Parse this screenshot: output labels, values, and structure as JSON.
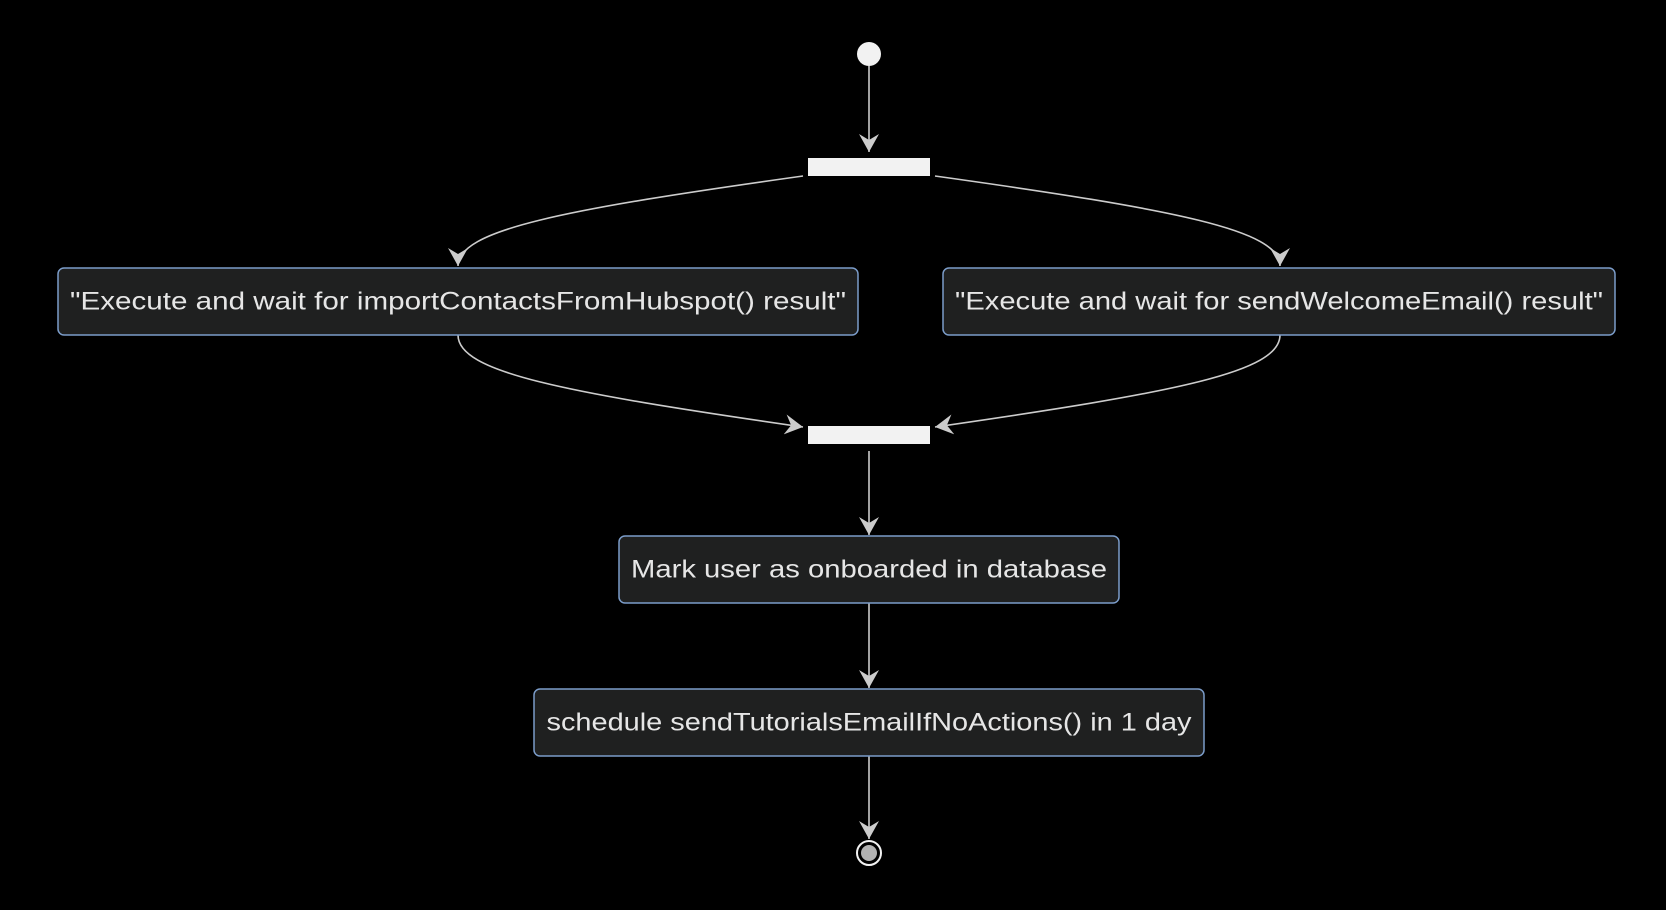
{
  "diagram": {
    "type": "activity",
    "colors": {
      "background": "#000000",
      "node_fill": "#1f2020",
      "node_border": "#7b9cc9",
      "text": "#e6e6e6",
      "edge": "#cccccc",
      "bar": "#f2f2f2",
      "start": "#f2f2f2",
      "end_fill": "#b3b3b3",
      "end_ring": "#f2f2f2"
    },
    "nodes": {
      "import": {
        "label": "\"Execute and wait for importContactsFromHubspot() result\""
      },
      "welcome": {
        "label": "\"Execute and wait for sendWelcomeEmail() result\""
      },
      "mark": {
        "label": "Mark user as onboarded in database"
      },
      "schedule": {
        "label": "schedule sendTutorialsEmailIfNoActions() in 1 day"
      }
    },
    "edges": [
      {
        "from": "start",
        "to": "fork"
      },
      {
        "from": "fork",
        "to": "import"
      },
      {
        "from": "fork",
        "to": "welcome"
      },
      {
        "from": "import",
        "to": "join"
      },
      {
        "from": "welcome",
        "to": "join"
      },
      {
        "from": "join",
        "to": "mark"
      },
      {
        "from": "mark",
        "to": "schedule"
      },
      {
        "from": "schedule",
        "to": "end"
      }
    ]
  }
}
